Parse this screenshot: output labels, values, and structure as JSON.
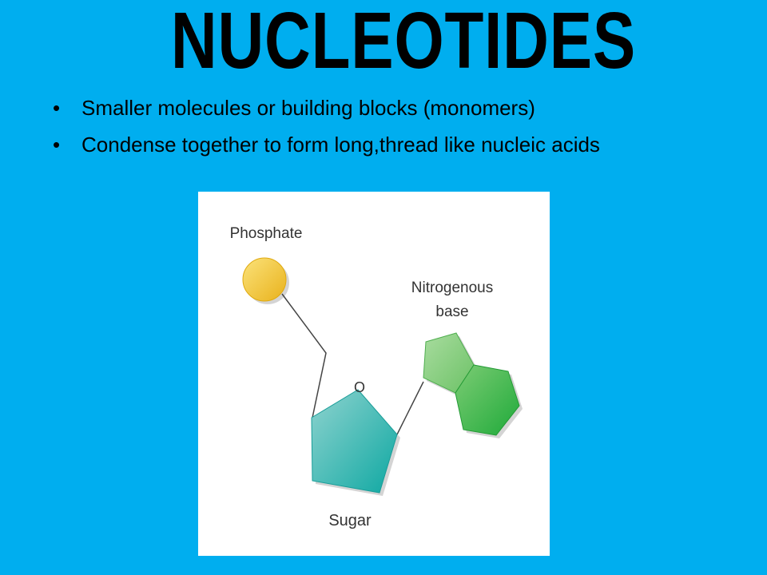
{
  "slide": {
    "title": "NUCLEOTIDES",
    "bullets": [
      "Smaller molecules or building blocks (monomers)",
      "Condense together to form long,thread like nucleic acids"
    ]
  },
  "figure": {
    "labels": {
      "phosphate": "Phosphate",
      "nitrogenous_line1": "Nitrogenous",
      "nitrogenous_line2": "base",
      "sugar": "Sugar",
      "oxygen": "O"
    },
    "colors": {
      "background": "#00aeef",
      "phosphate": "#f5c842",
      "sugar": "#2bb5b0",
      "base_pentagon": "#7fcc7a",
      "base_hexagon": "#3cb54a"
    }
  }
}
